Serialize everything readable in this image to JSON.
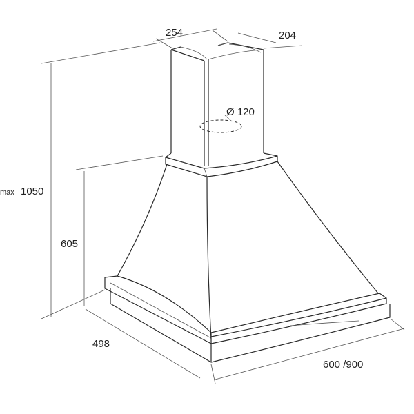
{
  "dimensions": {
    "chimney_width": "254",
    "chimney_depth": "204",
    "outlet_diameter": "Ø 120",
    "max_prefix": "max",
    "max_height": "1050",
    "hood_height": "605",
    "hood_depth": "498",
    "hood_width": "600 /900"
  },
  "colors": {
    "line": "#2a2a2a",
    "text": "#222222",
    "background": "#ffffff"
  }
}
